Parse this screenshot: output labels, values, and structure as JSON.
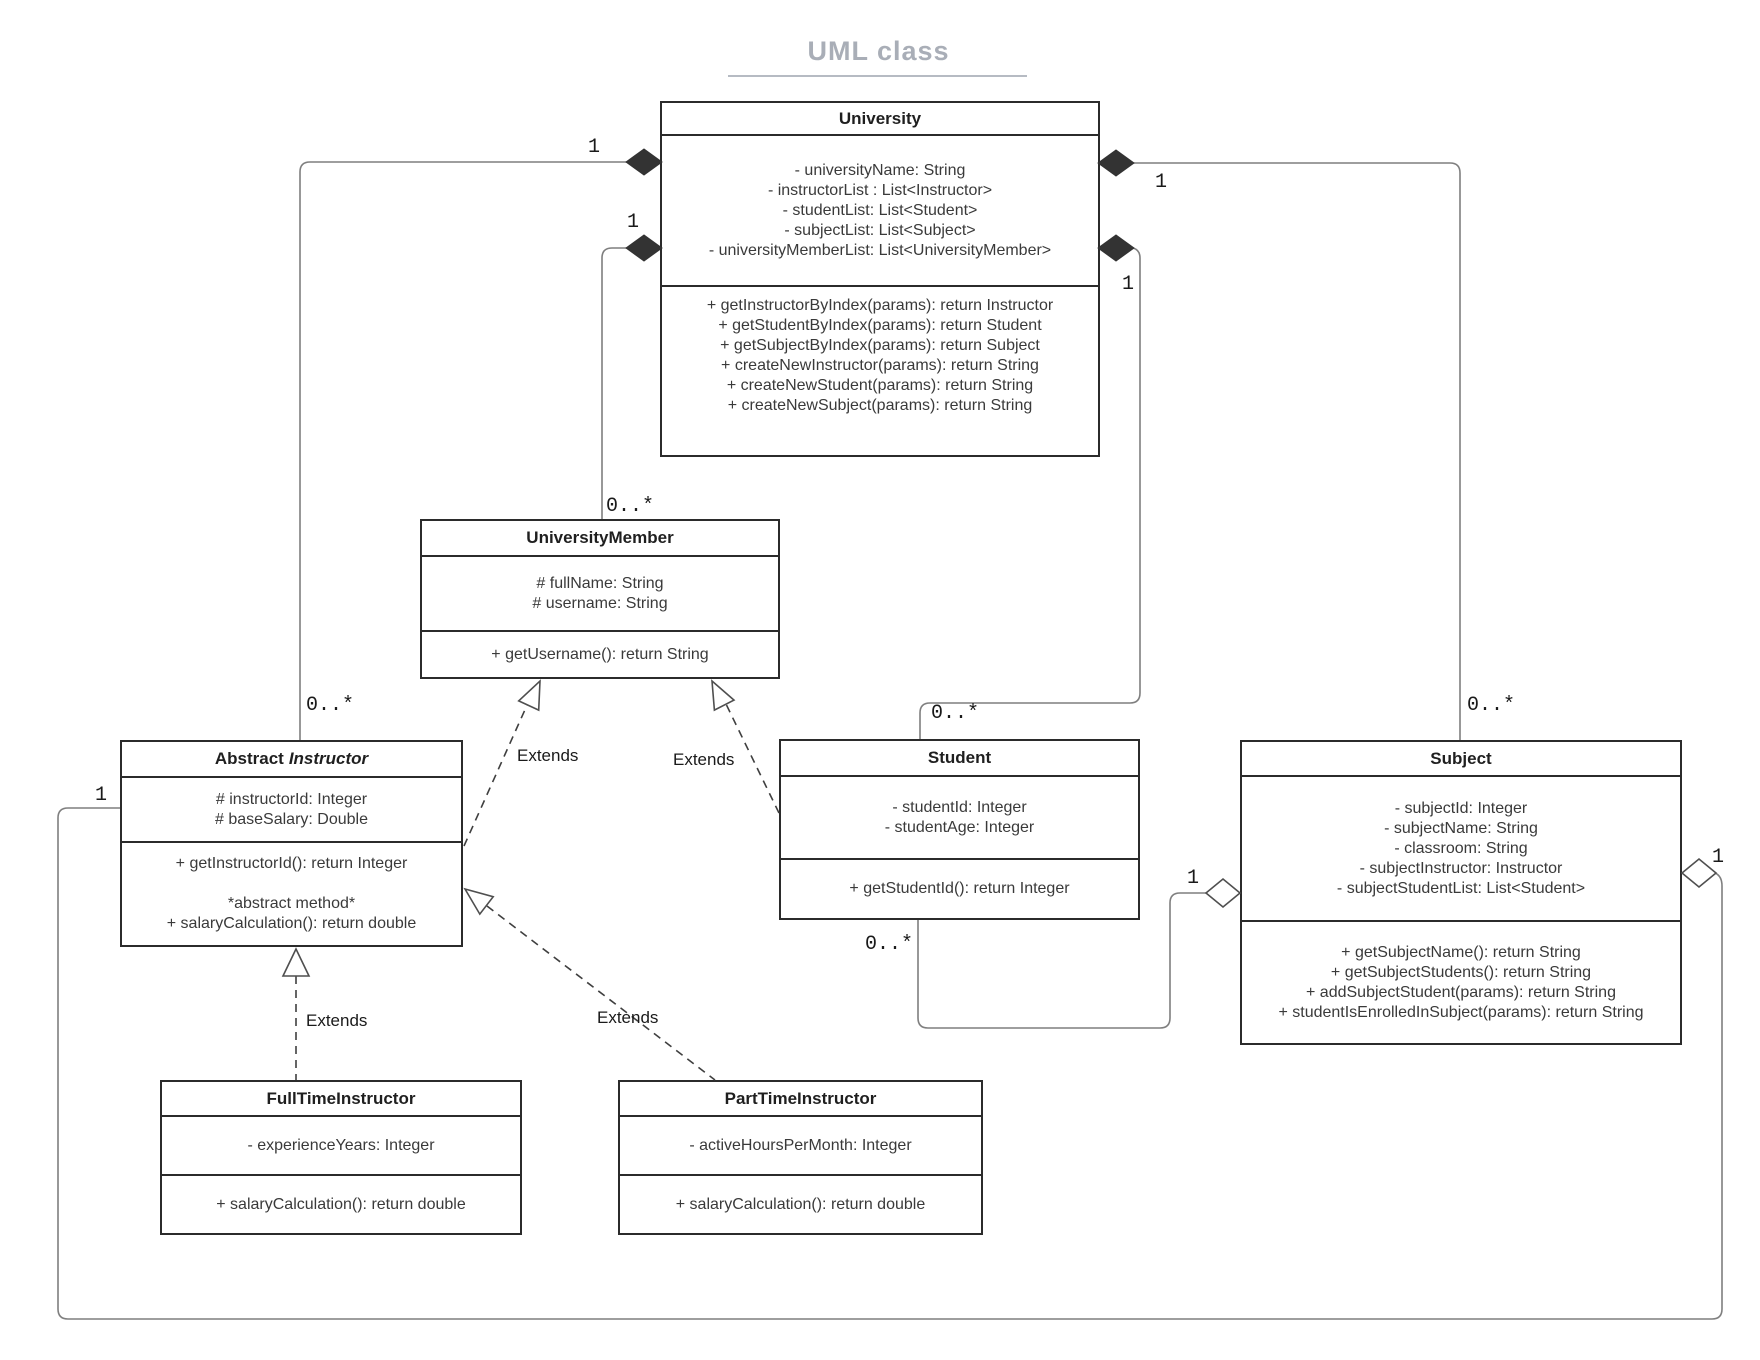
{
  "diagram": {
    "title": "UML class"
  },
  "classes": {
    "university": {
      "name": "University",
      "attributes": [
        "- universityName: String",
        "- instructorList : List<Instructor>",
        "- studentList: List<Student>",
        "- subjectList: List<Subject>",
        "- universityMemberList: List<UniversityMember>"
      ],
      "methods": [
        "+ getInstructorByIndex(params): return Instructor",
        "+ getStudentByIndex(params): return Student",
        "+ getSubjectByIndex(params): return Subject",
        "+ createNewInstructor(params): return String",
        "+ createNewStudent(params): return String",
        "+ createNewSubject(params): return String"
      ]
    },
    "university_member": {
      "name": "UniversityMember",
      "attributes": [
        "# fullName: String",
        "# username: String"
      ],
      "methods": [
        "+ getUsername(): return String"
      ]
    },
    "abstract_instructor": {
      "name_prefix": "Abstract",
      "name_italic": "Instructor",
      "attributes": [
        "# instructorId: Integer",
        "# baseSalary: Double"
      ],
      "methods": [
        "+ getInstructorId(): return Integer",
        "",
        "*abstract method*",
        "+ salaryCalculation(): return double"
      ]
    },
    "student": {
      "name": "Student",
      "attributes": [
        "- studentId: Integer",
        "- studentAge: Integer"
      ],
      "methods": [
        "+ getStudentId(): return Integer"
      ]
    },
    "subject": {
      "name": "Subject",
      "attributes": [
        "- subjectId: Integer",
        "- subjectName: String",
        "- classroom: String",
        "- subjectInstructor: Instructor",
        "- subjectStudentList: List<Student>"
      ],
      "methods": [
        "+ getSubjectName(): return String",
        "+ getSubjectStudents(): return String",
        "+ addSubjectStudent(params): return String",
        "+ studentIsEnrolledInSubject(params): return String"
      ]
    },
    "fulltime_instructor": {
      "name": "FullTimeInstructor",
      "attributes": [
        "- experienceYears: Integer"
      ],
      "methods": [
        "+ salaryCalculation(): return double"
      ]
    },
    "parttime_instructor": {
      "name": "PartTimeInstructor",
      "attributes": [
        "- activeHoursPerMonth: Integer"
      ],
      "methods": [
        "+ salaryCalculation(): return double"
      ]
    }
  },
  "relationships": {
    "university_instructors": {
      "university_end": "1",
      "instructor_end": "0..*"
    },
    "university_members": {
      "university_end": "1",
      "member_end": "0..*"
    },
    "university_subjects": {
      "university_end": "1",
      "subject_end": "0..*"
    },
    "university_students": {
      "university_end": "1",
      "student_end": "0..*"
    },
    "instructor_extends_member": {
      "label": "Extends"
    },
    "student_extends_member": {
      "label": "Extends"
    },
    "fulltime_extends_instructor": {
      "label": "Extends"
    },
    "parttime_extends_instructor": {
      "label": "Extends"
    },
    "subject_students": {
      "subject_end": "1",
      "student_end": "0..*"
    },
    "subject_instructor": {
      "subject_end": "1",
      "instructor_end": "1"
    }
  }
}
